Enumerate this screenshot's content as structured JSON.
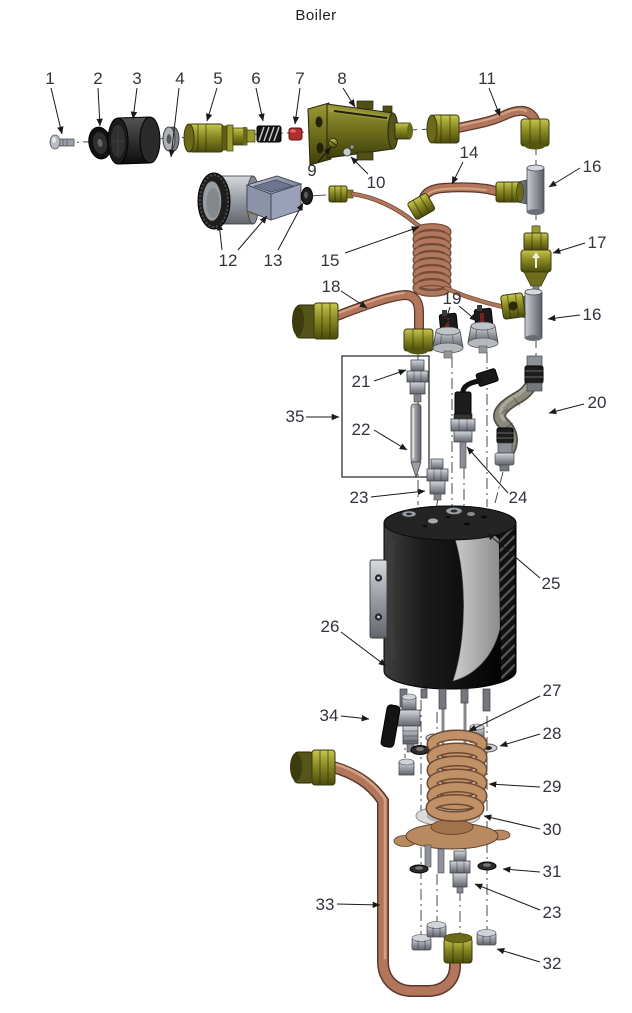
{
  "title": "Boiler",
  "figure": {
    "kind": "exploded parts diagram",
    "part_count_labels": 37
  },
  "callouts": [
    {
      "text": "1"
    },
    {
      "text": "2"
    },
    {
      "text": "3"
    },
    {
      "text": "4"
    },
    {
      "text": "5"
    },
    {
      "text": "6"
    },
    {
      "text": "7"
    },
    {
      "text": "8"
    },
    {
      "text": "9"
    },
    {
      "text": "10"
    },
    {
      "text": "11"
    },
    {
      "text": "12"
    },
    {
      "text": "13"
    },
    {
      "text": "14"
    },
    {
      "text": "15"
    },
    {
      "text": "16"
    },
    {
      "text": "17"
    },
    {
      "text": "16"
    },
    {
      "text": "18"
    },
    {
      "text": "19"
    },
    {
      "text": "20"
    },
    {
      "text": "21"
    },
    {
      "text": "22"
    },
    {
      "text": "23"
    },
    {
      "text": "24"
    },
    {
      "text": "25"
    },
    {
      "text": "26"
    },
    {
      "text": "27"
    },
    {
      "text": "28"
    },
    {
      "text": "29"
    },
    {
      "text": "30"
    },
    {
      "text": "31"
    },
    {
      "text": "23"
    },
    {
      "text": "32"
    },
    {
      "text": "33"
    },
    {
      "text": "34"
    },
    {
      "text": "35"
    }
  ],
  "colors": {
    "background": "#ffffff",
    "copper_pipe": "#b1765b",
    "brass_fitting": "#8a8a24",
    "olive_valve_body": "#77771f",
    "steel_gray": "#9aa0a6",
    "boiler_shell": "#161616",
    "boiler_inner": "#a8a8a8",
    "heating_coil": "#c09066",
    "red_seal": "#b03030",
    "label_text": "#33333c"
  }
}
